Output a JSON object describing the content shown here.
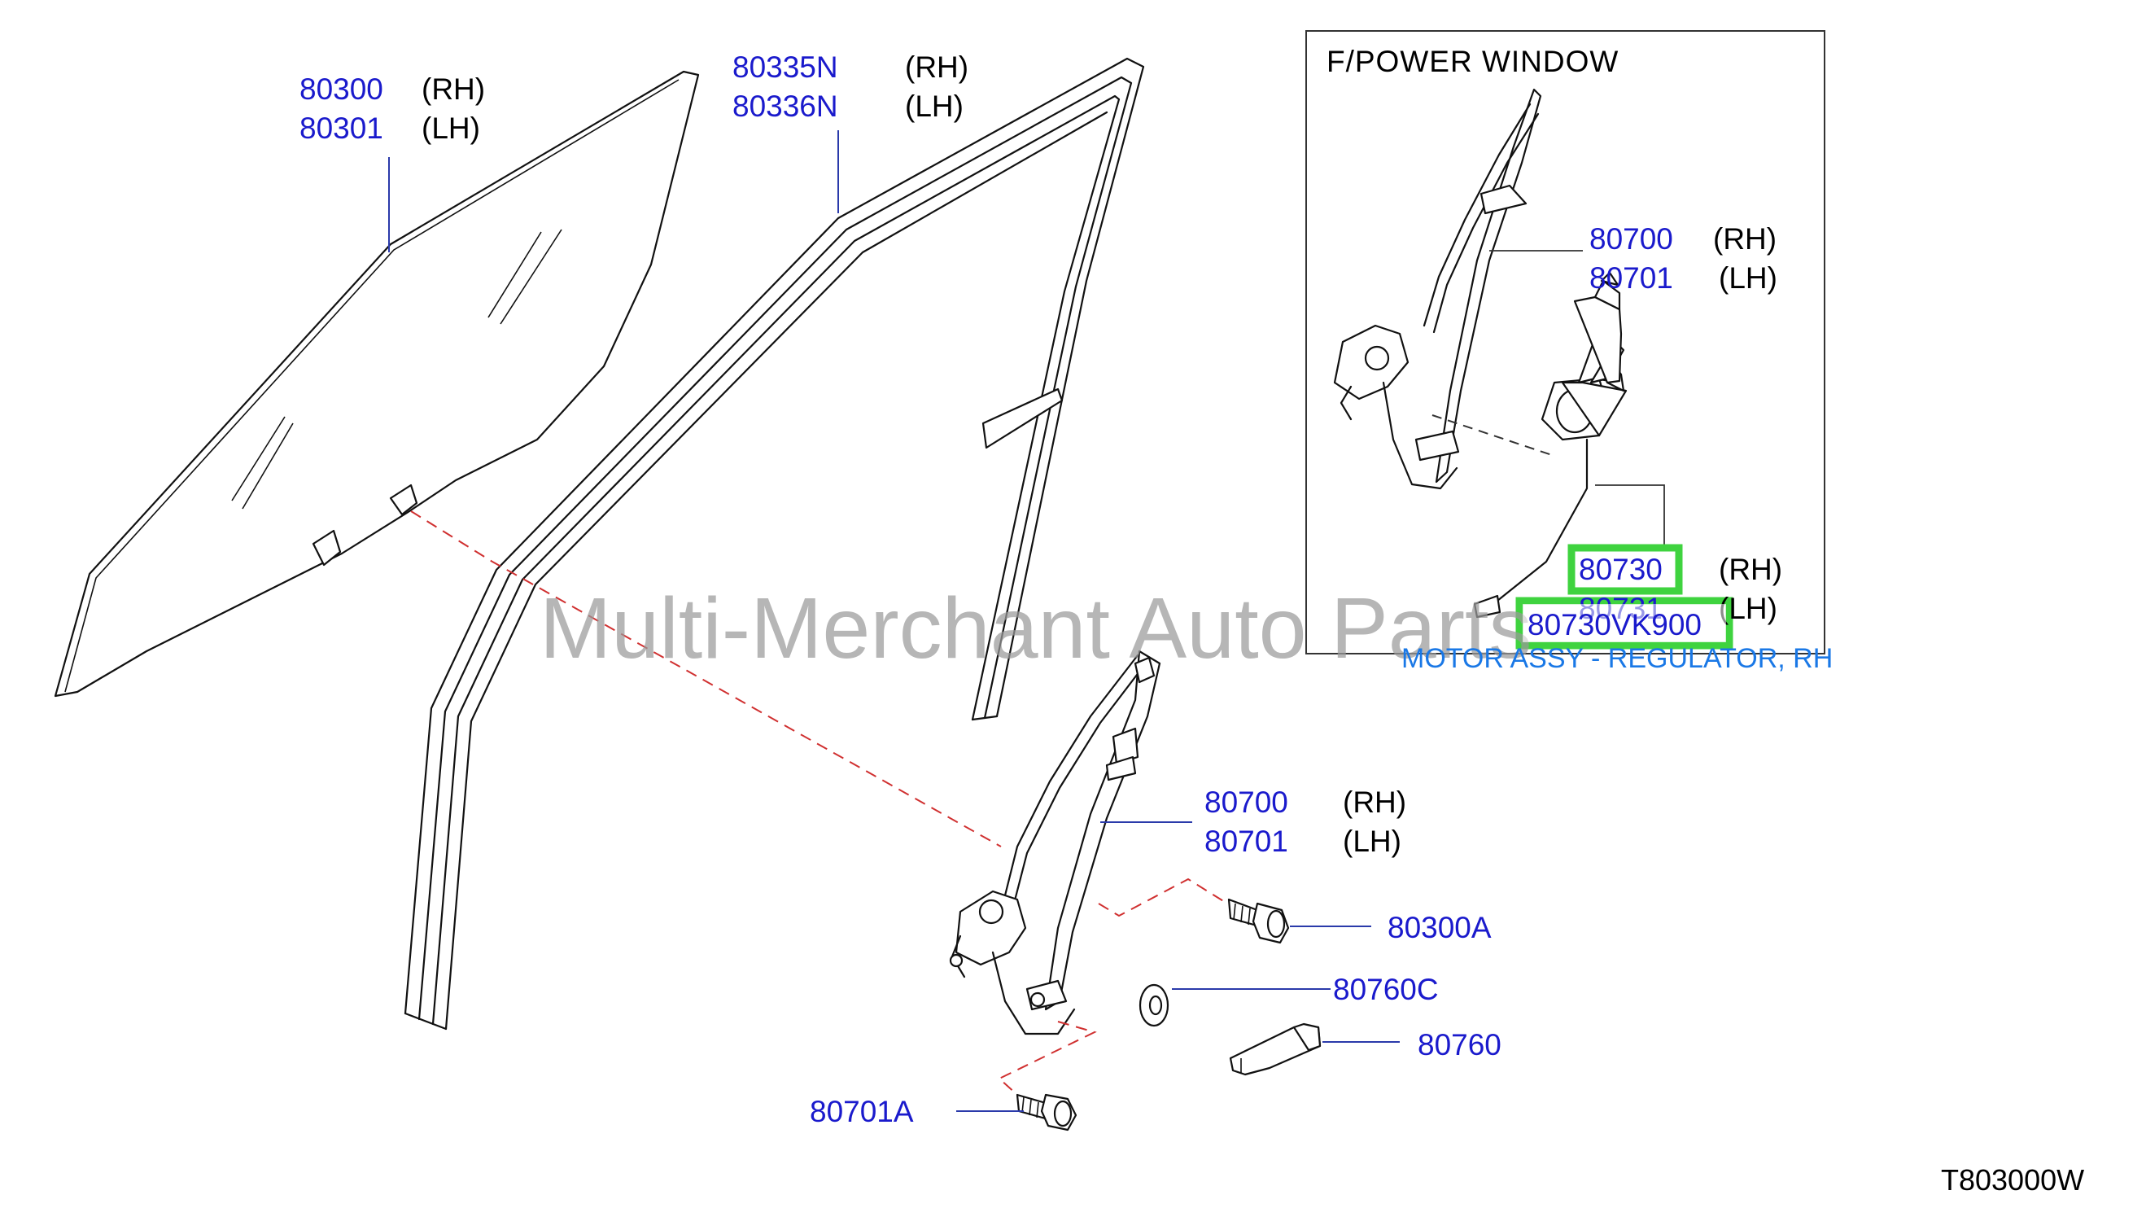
{
  "callouts": {
    "glass": {
      "rh": "80300",
      "rh_side": "(RH)",
      "lh": "80301",
      "lh_side": "(LH)"
    },
    "channel": {
      "rh": "80335N",
      "rh_side": "(RH)",
      "lh": "80336N",
      "lh_side": "(LH)"
    },
    "regulator": {
      "rh": "80700",
      "rh_side": "(RH)",
      "lh": "80701",
      "lh_side": "(LH)"
    },
    "bolt_top": {
      "pn": "80300A"
    },
    "washer": {
      "pn": "80760C"
    },
    "handle": {
      "pn": "80760"
    },
    "bolt_bottom": {
      "pn": "80701A"
    }
  },
  "inset": {
    "title": "F/POWER  WINDOW",
    "regulator": {
      "rh": "80700",
      "rh_side": "(RH)",
      "lh": "80701",
      "lh_side": "(LH)"
    },
    "motor": {
      "rh": "80730",
      "rh_side": "(RH)",
      "lh": "80731",
      "lh_side": "(LH)"
    }
  },
  "highlight": {
    "part_number": "80730VK900",
    "description": "MOTOR ASSY - REGULATOR, RH",
    "color": "#3fd33f"
  },
  "watermark": "Multi-Merchant Auto Parts",
  "diagram_code": "T803000W",
  "colors": {
    "part_number": "#1a1acc",
    "description": "#1a78e6",
    "dashed_guide": "#d03030"
  }
}
